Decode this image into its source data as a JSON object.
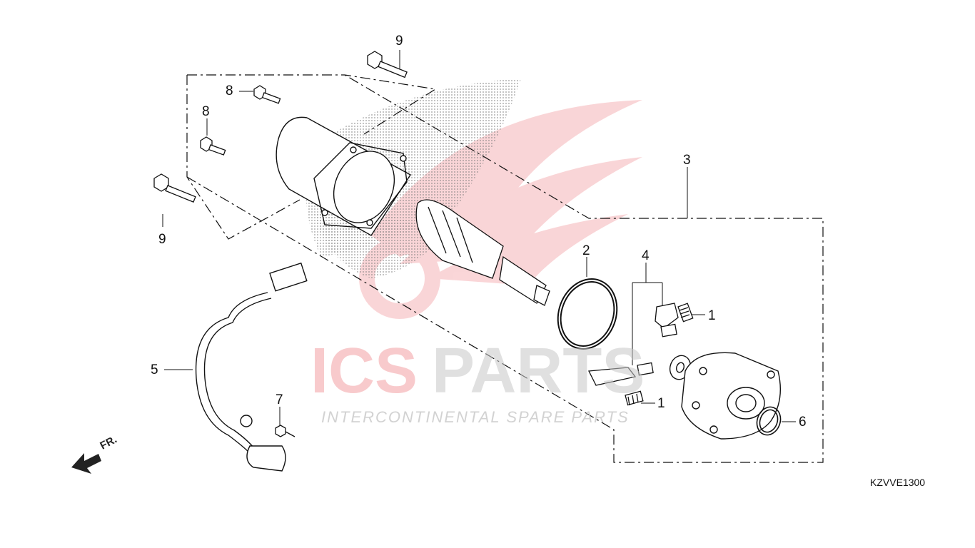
{
  "diagram": {
    "code": "KZVVE1300",
    "direction_label": "FR.",
    "callouts": {
      "c1a": "1",
      "c1b": "1",
      "c2": "2",
      "c3": "3",
      "c4": "4",
      "c5": "5",
      "c6": "6",
      "c7": "7",
      "c8a": "8",
      "c8b": "8",
      "c9a": "9",
      "c9b": "9"
    }
  },
  "watermark": {
    "brand_part1": "ICS",
    "brand_part2": "PARTS",
    "tagline": "INTERCONTINENTAL SPARE PARTS",
    "color_accent": "#e8464c",
    "color_gray": "#c8c8c8"
  }
}
